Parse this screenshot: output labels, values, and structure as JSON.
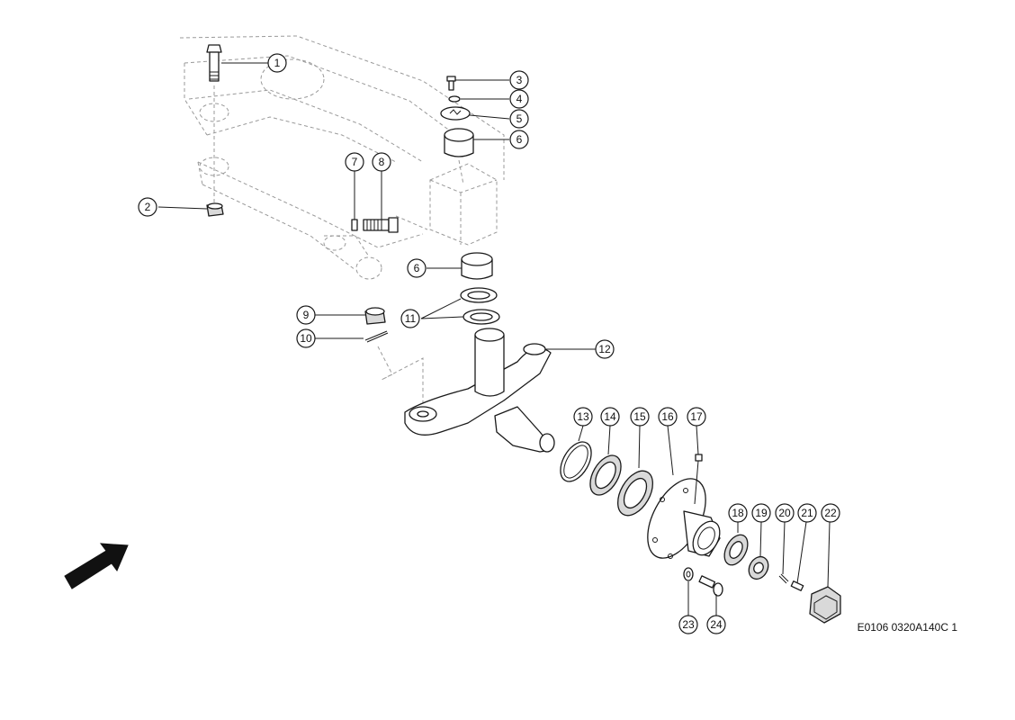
{
  "callouts": [
    {
      "id": "c1",
      "label": "1"
    },
    {
      "id": "c2",
      "label": "2"
    },
    {
      "id": "c3",
      "label": "3"
    },
    {
      "id": "c4",
      "label": "4"
    },
    {
      "id": "c5",
      "label": "5"
    },
    {
      "id": "c6a",
      "label": "6"
    },
    {
      "id": "c6b",
      "label": "6"
    },
    {
      "id": "c7",
      "label": "7"
    },
    {
      "id": "c8",
      "label": "8"
    },
    {
      "id": "c9",
      "label": "9"
    },
    {
      "id": "c10",
      "label": "10"
    },
    {
      "id": "c11",
      "label": "11"
    },
    {
      "id": "c12",
      "label": "12"
    },
    {
      "id": "c13",
      "label": "13"
    },
    {
      "id": "c14",
      "label": "14"
    },
    {
      "id": "c15",
      "label": "15"
    },
    {
      "id": "c16",
      "label": "16"
    },
    {
      "id": "c17",
      "label": "17"
    },
    {
      "id": "c18",
      "label": "18"
    },
    {
      "id": "c19",
      "label": "19"
    },
    {
      "id": "c20",
      "label": "20"
    },
    {
      "id": "c21",
      "label": "21"
    },
    {
      "id": "c22",
      "label": "22"
    },
    {
      "id": "c23",
      "label": "23"
    },
    {
      "id": "c24",
      "label": "24"
    }
  ],
  "reference_code": "E0106 0320A140C 1",
  "direction_arrow": "arrow-icon"
}
